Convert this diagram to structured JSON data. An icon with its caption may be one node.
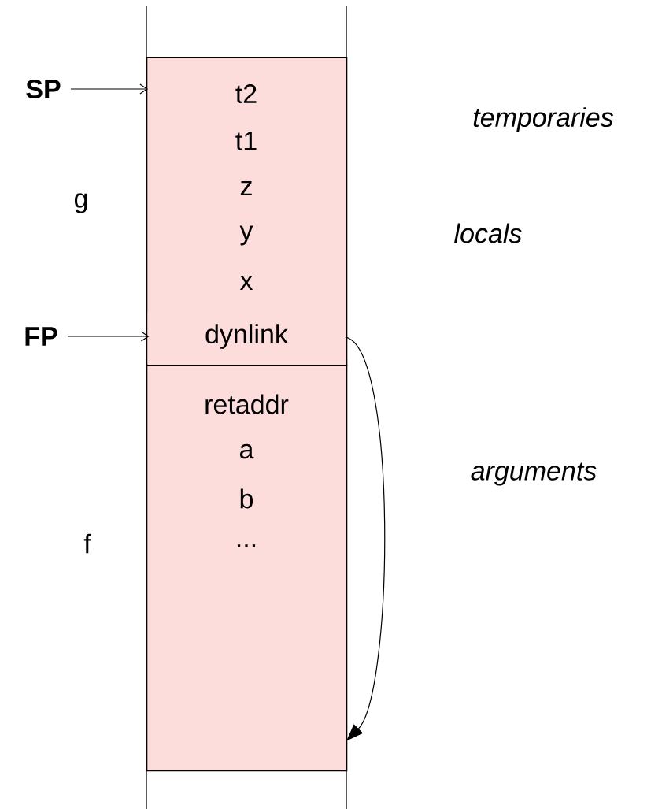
{
  "diagram": {
    "nodes": [
      {
        "text": [
          "t2",
          "t1",
          "z",
          "y",
          "x"
        ],
        "beside": [
          "g"
        ]
      },
      {
        "text": [
          "dynlink"
        ],
        "in": 0
      },
      {
        "text": [
          "retaddr",
          "a",
          "b",
          "..."
        ],
        "beside": [
          "f"
        ]
      },
      {
        "text": [
          "SP"
        ]
      },
      {
        "text": [
          "FP"
        ]
      }
    ],
    "edges": [
      {
        "from": 3,
        "to": 0,
        "arrow": "to"
      },
      {
        "from": 4,
        "to": 1,
        "arrow": "to"
      },
      {
        "from": 1,
        "to": 2,
        "arrow": "to"
      }
    ],
    "labels": [
      "temporaries",
      "locals",
      "arguments"
    ]
  }
}
